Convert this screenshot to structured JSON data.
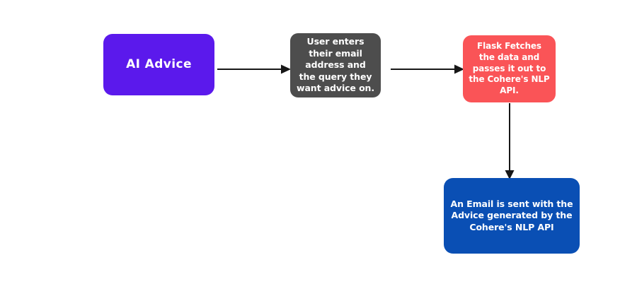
{
  "diagram": {
    "title": "AI Advice",
    "type": "flowchart",
    "background_color": "#ffffff",
    "connector_color": "#171717",
    "nodes": [
      {
        "id": "start",
        "name": "ai-advice-node",
        "label": "AI Advice",
        "fill": "#5B19EC",
        "text_color": "#ffffff"
      },
      {
        "id": "user-input",
        "name": "user-input-node",
        "label": "User enters their email address and the query they want advice on.",
        "fill": "#4D4D4D",
        "text_color": "#ffffff"
      },
      {
        "id": "flask",
        "name": "flask-fetch-node",
        "label": "Flask Fetches the data and passes it out to the Cohere's NLP API.",
        "fill": "#FA5457",
        "text_color": "#ffffff"
      },
      {
        "id": "email",
        "name": "email-sent-node",
        "label": "An Email is sent with the Advice generated by the Cohere's NLP API",
        "fill": "#0A4FB4",
        "text_color": "#ffffff"
      }
    ],
    "edges": [
      {
        "id": "start-to-user",
        "from": "start",
        "to": "user-input",
        "direction": "right",
        "style": "solid-arrow"
      },
      {
        "id": "user-to-flask",
        "from": "user-input",
        "to": "flask",
        "direction": "right",
        "style": "solid-arrow"
      },
      {
        "id": "flask-to-email",
        "from": "flask",
        "to": "email",
        "direction": "down",
        "style": "solid-arrow"
      }
    ]
  }
}
